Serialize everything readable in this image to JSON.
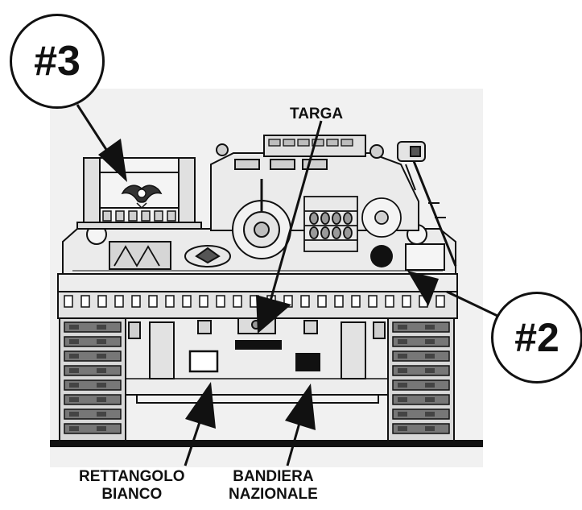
{
  "labels": {
    "callout_3": "#3",
    "callout_2": "#2",
    "targa": "TARGA",
    "rettangolo_line1": "RETTANGOLO",
    "rettangolo_line2": "BIANCO",
    "bandiera_line1": "BANDIERA",
    "bandiera_line2": "NAZIONALE"
  },
  "colors": {
    "ink": "#111111",
    "panel": "#eeeeee",
    "panel_dark": "#cfcfcf",
    "background": "#ffffff"
  }
}
